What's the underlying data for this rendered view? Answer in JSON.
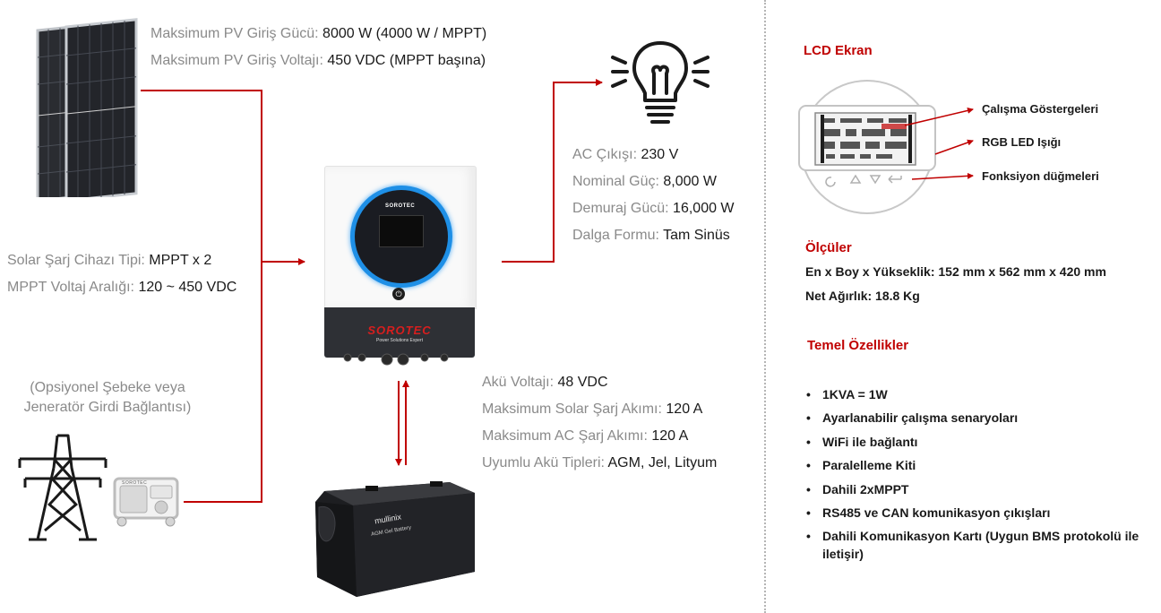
{
  "pv_specs": [
    {
      "label": "Maksimum PV Giriş Gücü:",
      "value": "8000 W (4000 W / MPPT)"
    },
    {
      "label": "Maksimum PV Giriş Voltajı:",
      "value": "450 VDC (MPPT başına)"
    }
  ],
  "charger_specs": [
    {
      "label": "Solar Şarj Cihazı Tipi:",
      "value": "MPPT x 2"
    },
    {
      "label": "MPPT Voltaj Aralığı:",
      "value": "120 ~ 450 VDC"
    }
  ],
  "grid_note": {
    "line1": "(Opsiyonel Şebeke veya",
    "line2": "Jeneratör Girdi Bağlantısı)"
  },
  "ac_specs": [
    {
      "label": "AC Çıkışı:",
      "value": "230 V"
    },
    {
      "label": "Nominal Güç:",
      "value": "8,000 W"
    },
    {
      "label": "Demuraj Gücü:",
      "value": "16,000 W"
    },
    {
      "label": "Dalga Formu:",
      "value": "Tam Sinüs"
    }
  ],
  "battery_specs": [
    {
      "label": "Akü Voltajı:",
      "value": "48 VDC"
    },
    {
      "label": "Maksimum Solar Şarj Akımı:",
      "value": "120 A"
    },
    {
      "label": "Maksimum AC Şarj Akımı:",
      "value": "120 A"
    },
    {
      "label": "Uyumlu Akü Tipleri:",
      "value": "AGM, Jel, Lityum"
    }
  ],
  "inverter": {
    "brand": "SOROTEC",
    "tagline": "Power Solutions Expert",
    "screen_brand": "SOROTEC"
  },
  "battery": {
    "brand": "mullinix",
    "model": "AGM Gel Battery"
  },
  "generator": {
    "brand": "SOROTEC"
  },
  "lcd": {
    "title": "LCD Ekran",
    "callouts": [
      "Çalışma Göstergeleri",
      "RGB LED Işığı",
      "Fonksiyon düğmeleri"
    ]
  },
  "dimensions": {
    "title": "Ölçüler",
    "size": "En x Boy x Yükseklik: 152 mm x 562 mm x 420 mm",
    "weight": "Net Ağırlık: 18.8 Kg"
  },
  "features": {
    "title": "Temel Özellikler",
    "bullet": "•",
    "items": [
      "1KVA = 1W",
      "Ayarlanabilir çalışma senaryoları",
      "WiFi ile bağlantı",
      "Paralelleme Kiti",
      "Dahili 2xMPPT",
      "RS485 ve CAN komunikasyon çıkışları",
      "Dahili Komunikasyon Kartı (Uygun BMS protokolü ile iletişir)"
    ]
  },
  "colors": {
    "accent": "#c00000",
    "label_gray": "#8a8a8a",
    "text": "#1a1a1a",
    "ring_blue": "#1e8fe6"
  }
}
